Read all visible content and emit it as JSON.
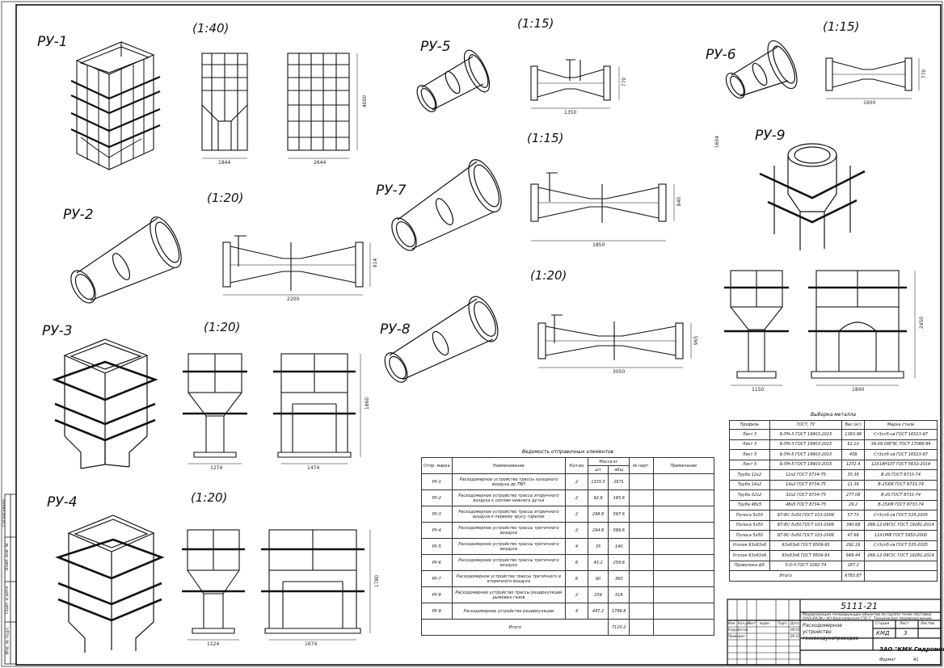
{
  "labels": {
    "ru1": "РУ-1",
    "ru2": "РУ-2",
    "ru3": "РУ-3",
    "ru4": "РУ-4",
    "ru5": "РУ-5",
    "ru6": "РУ-6",
    "ru7": "РУ-7",
    "ru8": "РУ-8",
    "ru9": "РУ-9"
  },
  "scales": {
    "s1": "(1:40)",
    "s2": "(1:15)",
    "s3": "(1:15)",
    "s4": "(1:15)",
    "s5": "(1:20)",
    "s6": "(1:20)",
    "s7": "(1:20)",
    "s8": "(1:20)"
  },
  "dims": {
    "ru1_w1": "1844",
    "ru1_w2": "2644",
    "ru1_h": "4000",
    "ru5_l": "1350",
    "ru5_h": "770",
    "ru6_l": "1600",
    "ru6_h": "770",
    "ru7_l": "1850",
    "ru7_h": "840",
    "ru2_l": "2200",
    "ru2_h": "914",
    "ru3_w1": "1274",
    "ru3_w2": "1474",
    "ru3_h": "1860",
    "ru8_l": "3050",
    "ru8_h": "965",
    "ru9_w1": "1150",
    "ru9_w2": "1840",
    "ru9_h": "2450",
    "ru9_top": "1604",
    "ru4_w1": "1124",
    "ru4_w2": "1674",
    "ru4_h": "1780"
  },
  "spec_table": {
    "title": "Ведомость отправочных элементов",
    "headers": {
      "mark": "Отпр. марка",
      "name": "Наименование",
      "qty": "Кол-во",
      "mass": "Масса кг",
      "mass_unit": "шт",
      "mass_total": "общ",
      "drawing": "№ черт.",
      "note": "Примечание"
    },
    "rows": [
      {
        "mark": "РУ-1",
        "name": "Расходомерное устройство трассы холодного воздуха до ТВП",
        "qty": "2",
        "unit": "1335.5",
        "total": "2671"
      },
      {
        "mark": "РУ-2",
        "name": "Расходомерное устройство трассы вторичного воздуха к соплам нижнего дутья",
        "qty": "2",
        "unit": "92.8",
        "total": "185.6"
      },
      {
        "mark": "РУ-3",
        "name": "Расходомерное устройство трассы вторичного воздуха к первому ярусу горелок",
        "qty": "2",
        "unit": "298.8",
        "total": "597.6"
      },
      {
        "mark": "РУ-4",
        "name": "Расходомерное устройство трассы третичного воздуха",
        "qty": "2",
        "unit": "294.8",
        "total": "589.6"
      },
      {
        "mark": "РУ-5",
        "name": "Расходомерное устройство трассы третичного воздуха",
        "qty": "4",
        "unit": "35",
        "total": "140"
      },
      {
        "mark": "РУ-6",
        "name": "Расходомерное устройство трассы третичного воздуха",
        "qty": "6",
        "unit": "43.2",
        "total": "259.6"
      },
      {
        "mark": "РУ-7",
        "name": "Расходомерное устройство трассы третичного и вторичного воздуха",
        "qty": "6",
        "unit": "60",
        "total": "360"
      },
      {
        "mark": "РУ-8",
        "name": "Расходомерное устройство трассы рециркуляции дымовых газов",
        "qty": "2",
        "unit": "259",
        "total": "518"
      },
      {
        "mark": "РУ-9",
        "name": "Расходомерное устройство рециркуляции",
        "qty": "4",
        "unit": "447.2",
        "total": "1788.8"
      }
    ],
    "total_label": "Итого",
    "total_value": "7110.2"
  },
  "mat_table": {
    "title": "Выборка металла",
    "headers": {
      "profile": "Профиль",
      "gost": "ГОСТ, ТУ",
      "mass": "Вес (кг)",
      "grade": "Марка стали"
    },
    "rows": [
      {
        "profile": "Лист 3",
        "gost": "Б-ПН-3 ГОСТ 19903-2015",
        "mass": "1383.98",
        "grade": "Ст3сп5-св ГОСТ 16523-97"
      },
      {
        "profile": "Лист 3",
        "gost": "Б-ПН-3 ГОСТ 19903-2015",
        "mass": "61.10",
        "grade": "34-09 ОЯГЭС ГОСТ 17066-94"
      },
      {
        "profile": "Лист 5",
        "gost": "Б-ПН-5 ГОСТ 19903-2015",
        "mass": "458",
        "grade": "Ст3сп5-св ГОСТ 16523-97"
      },
      {
        "profile": "Лист 5",
        "gost": "Б-ПН-5 ГОСТ 19903-2015",
        "mass": "1272.4",
        "grade": "12Х18Н10Т ГОСТ 5632-2014"
      },
      {
        "profile": "Труба 12х2",
        "gost": "12х2 ГОСТ 8734-75",
        "mass": "35.36",
        "grade": "В-20 ГОСТ 8733-74"
      },
      {
        "profile": "Труба 14х2",
        "gost": "14х2 ГОСТ 8734-75",
        "mass": "11.36",
        "grade": "В-15ХМ ГОСТ 8733-74"
      },
      {
        "profile": "Труба 32х2",
        "gost": "32х2 ГОСТ 8734-75",
        "mass": "277.08",
        "grade": "В-20 ГОСТ 8733-74"
      },
      {
        "profile": "Труба 48х5",
        "gost": "48х5 ГОСТ 8734-75",
        "mass": "29.2",
        "grade": "В-15ХМ ГОСТ 8733-74"
      },
      {
        "profile": "Полоса 5х50",
        "gost": "БТ-ВС-5х50 ГОСТ 103-2006",
        "mass": "57.73",
        "grade": "Ст3сп5-св ГОСТ 535-2005"
      },
      {
        "profile": "Полоса 5х50",
        "gost": "БТ-ВС-5х50 ГОСТ 103-2006",
        "mass": "390.68",
        "grade": "26Б-12-09Г2С ГОСТ 19281-2014"
      },
      {
        "profile": "Полоса 5х50",
        "gost": "БТ-ВС-5х50 ГОСТ 103-2006",
        "mass": "47.68",
        "grade": "12Х1МФ ГОСТ 5950-2000"
      },
      {
        "profile": "Уголок 63х63х6",
        "gost": "63х63х6 ГОСТ 8509-93",
        "mass": "292.16",
        "grade": "Ст3сп5-св ГОСТ 535-2005"
      },
      {
        "profile": "Уголок 63х63х6",
        "gost": "63х63х6 ГОСТ 8509-93",
        "mass": "669.44",
        "grade": "26Б-12-09Г2С ГОСТ 19281-2014"
      },
      {
        "profile": "Проволока ф5",
        "gost": "5-0-Ч ГОСТ 3282-74",
        "mass": "187.2",
        "grade": ""
      }
    ],
    "total_label": "Итого",
    "total_value": "6783.87"
  },
  "title_block": {
    "code": "5111-21",
    "project": "Модернизация генерирующих объектов по группе точек поставки ОАО«РАЭК» АО Красноярская ГЭС-Г. Техническое перевооружение",
    "drawing_name": "Расходомерное устройство газовоздухопроводов",
    "stage_label": "Стадия",
    "sheet_label": "Лист",
    "sheets_label": "Листов",
    "kmd": "КМД",
    "sheet_no": "3",
    "company": "ЗАО \"КМУ Гидромонтаж\"",
    "format_label": "Формат",
    "format_value": "А1",
    "col_izm": "Изм.",
    "col_kol": "Кол.уч",
    "col_list": "Лист",
    "col_doc": "№док.",
    "col_sign": "Подп.",
    "col_date": "Дата",
    "role1": "Разработал",
    "role2": "Проверил",
    "date1": "09.21",
    "date2": "09.21"
  },
  "side_stamps": {
    "s1": "Согласовано",
    "s2": "Взам. инв. №",
    "s3": "Подп. и дата",
    "s4": "Инв. № подл."
  }
}
